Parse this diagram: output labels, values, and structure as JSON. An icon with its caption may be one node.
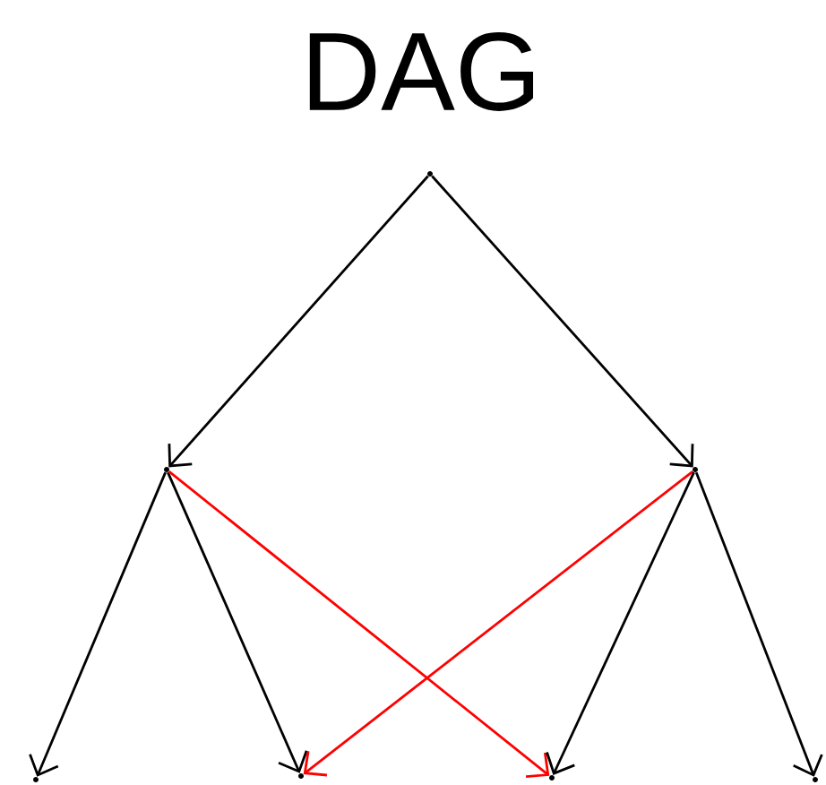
{
  "diagram": {
    "title": "DAG",
    "nodes": [
      {
        "text": [],
        "shape": "point"
      },
      {
        "text": [],
        "shape": "point"
      },
      {
        "text": [],
        "shape": "point"
      },
      {
        "text": [],
        "shape": "point"
      },
      {
        "text": [],
        "shape": "point"
      },
      {
        "text": [],
        "shape": "point"
      },
      {
        "text": [],
        "shape": "point"
      }
    ],
    "edges": [
      {
        "from": 0,
        "to": 1,
        "arrow": "to"
      },
      {
        "from": 0,
        "to": 2,
        "arrow": "to"
      },
      {
        "from": 1,
        "to": 3,
        "arrow": "to"
      },
      {
        "from": 1,
        "to": 4,
        "arrow": "to"
      },
      {
        "from": 1,
        "to": 5,
        "arrow": "to",
        "color": "#ff0000"
      },
      {
        "from": 2,
        "to": 4,
        "arrow": "to",
        "color": "#ff0000"
      },
      {
        "from": 2,
        "to": 5,
        "arrow": "to"
      },
      {
        "from": 2,
        "to": 6,
        "arrow": "to"
      }
    ]
  }
}
